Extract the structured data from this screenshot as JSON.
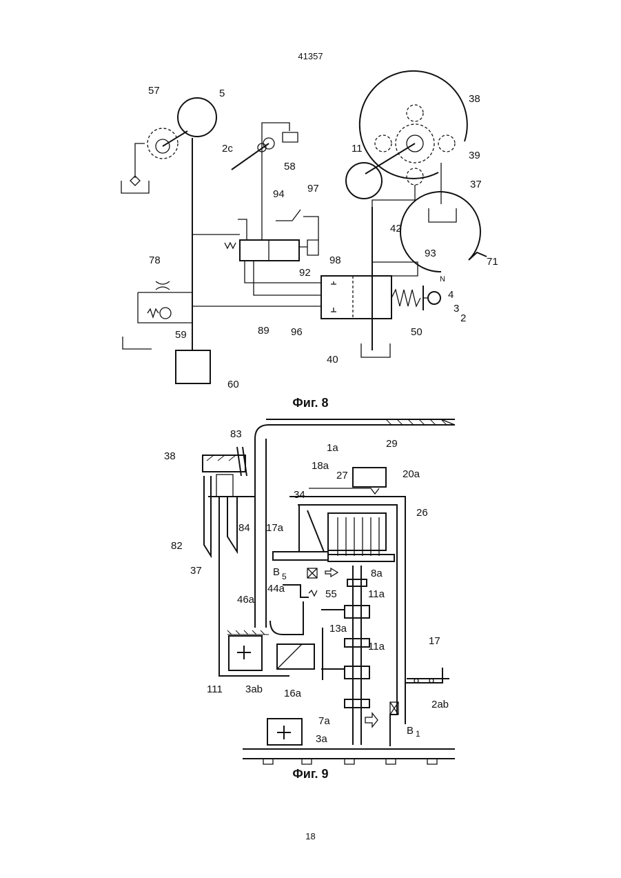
{
  "header": {
    "doc_number": "41357"
  },
  "figures": {
    "fig8": {
      "caption": "Фиг. 8",
      "labels": [
        "57",
        "5",
        "38",
        "2c",
        "58",
        "11",
        "39",
        "37",
        "94",
        "97",
        "42",
        "78",
        "98",
        "93",
        "71",
        "N",
        "4",
        "3",
        "2",
        "92",
        "59",
        "89",
        "96",
        "50",
        "40",
        "60"
      ]
    },
    "fig9": {
      "caption": "Фиг. 9",
      "labels": [
        "83",
        "29",
        "38",
        "1a",
        "18a",
        "20a",
        "27",
        "34",
        "26",
        "84",
        "82",
        "17a",
        "37",
        "B",
        "5",
        "8a",
        "44a",
        "55",
        "11a",
        "46a",
        "13a",
        "11a",
        "17",
        "111",
        "3ab",
        "16a",
        "2ab",
        "7a",
        "3a",
        "B",
        "1"
      ]
    }
  },
  "footer": {
    "page_number": "18"
  }
}
